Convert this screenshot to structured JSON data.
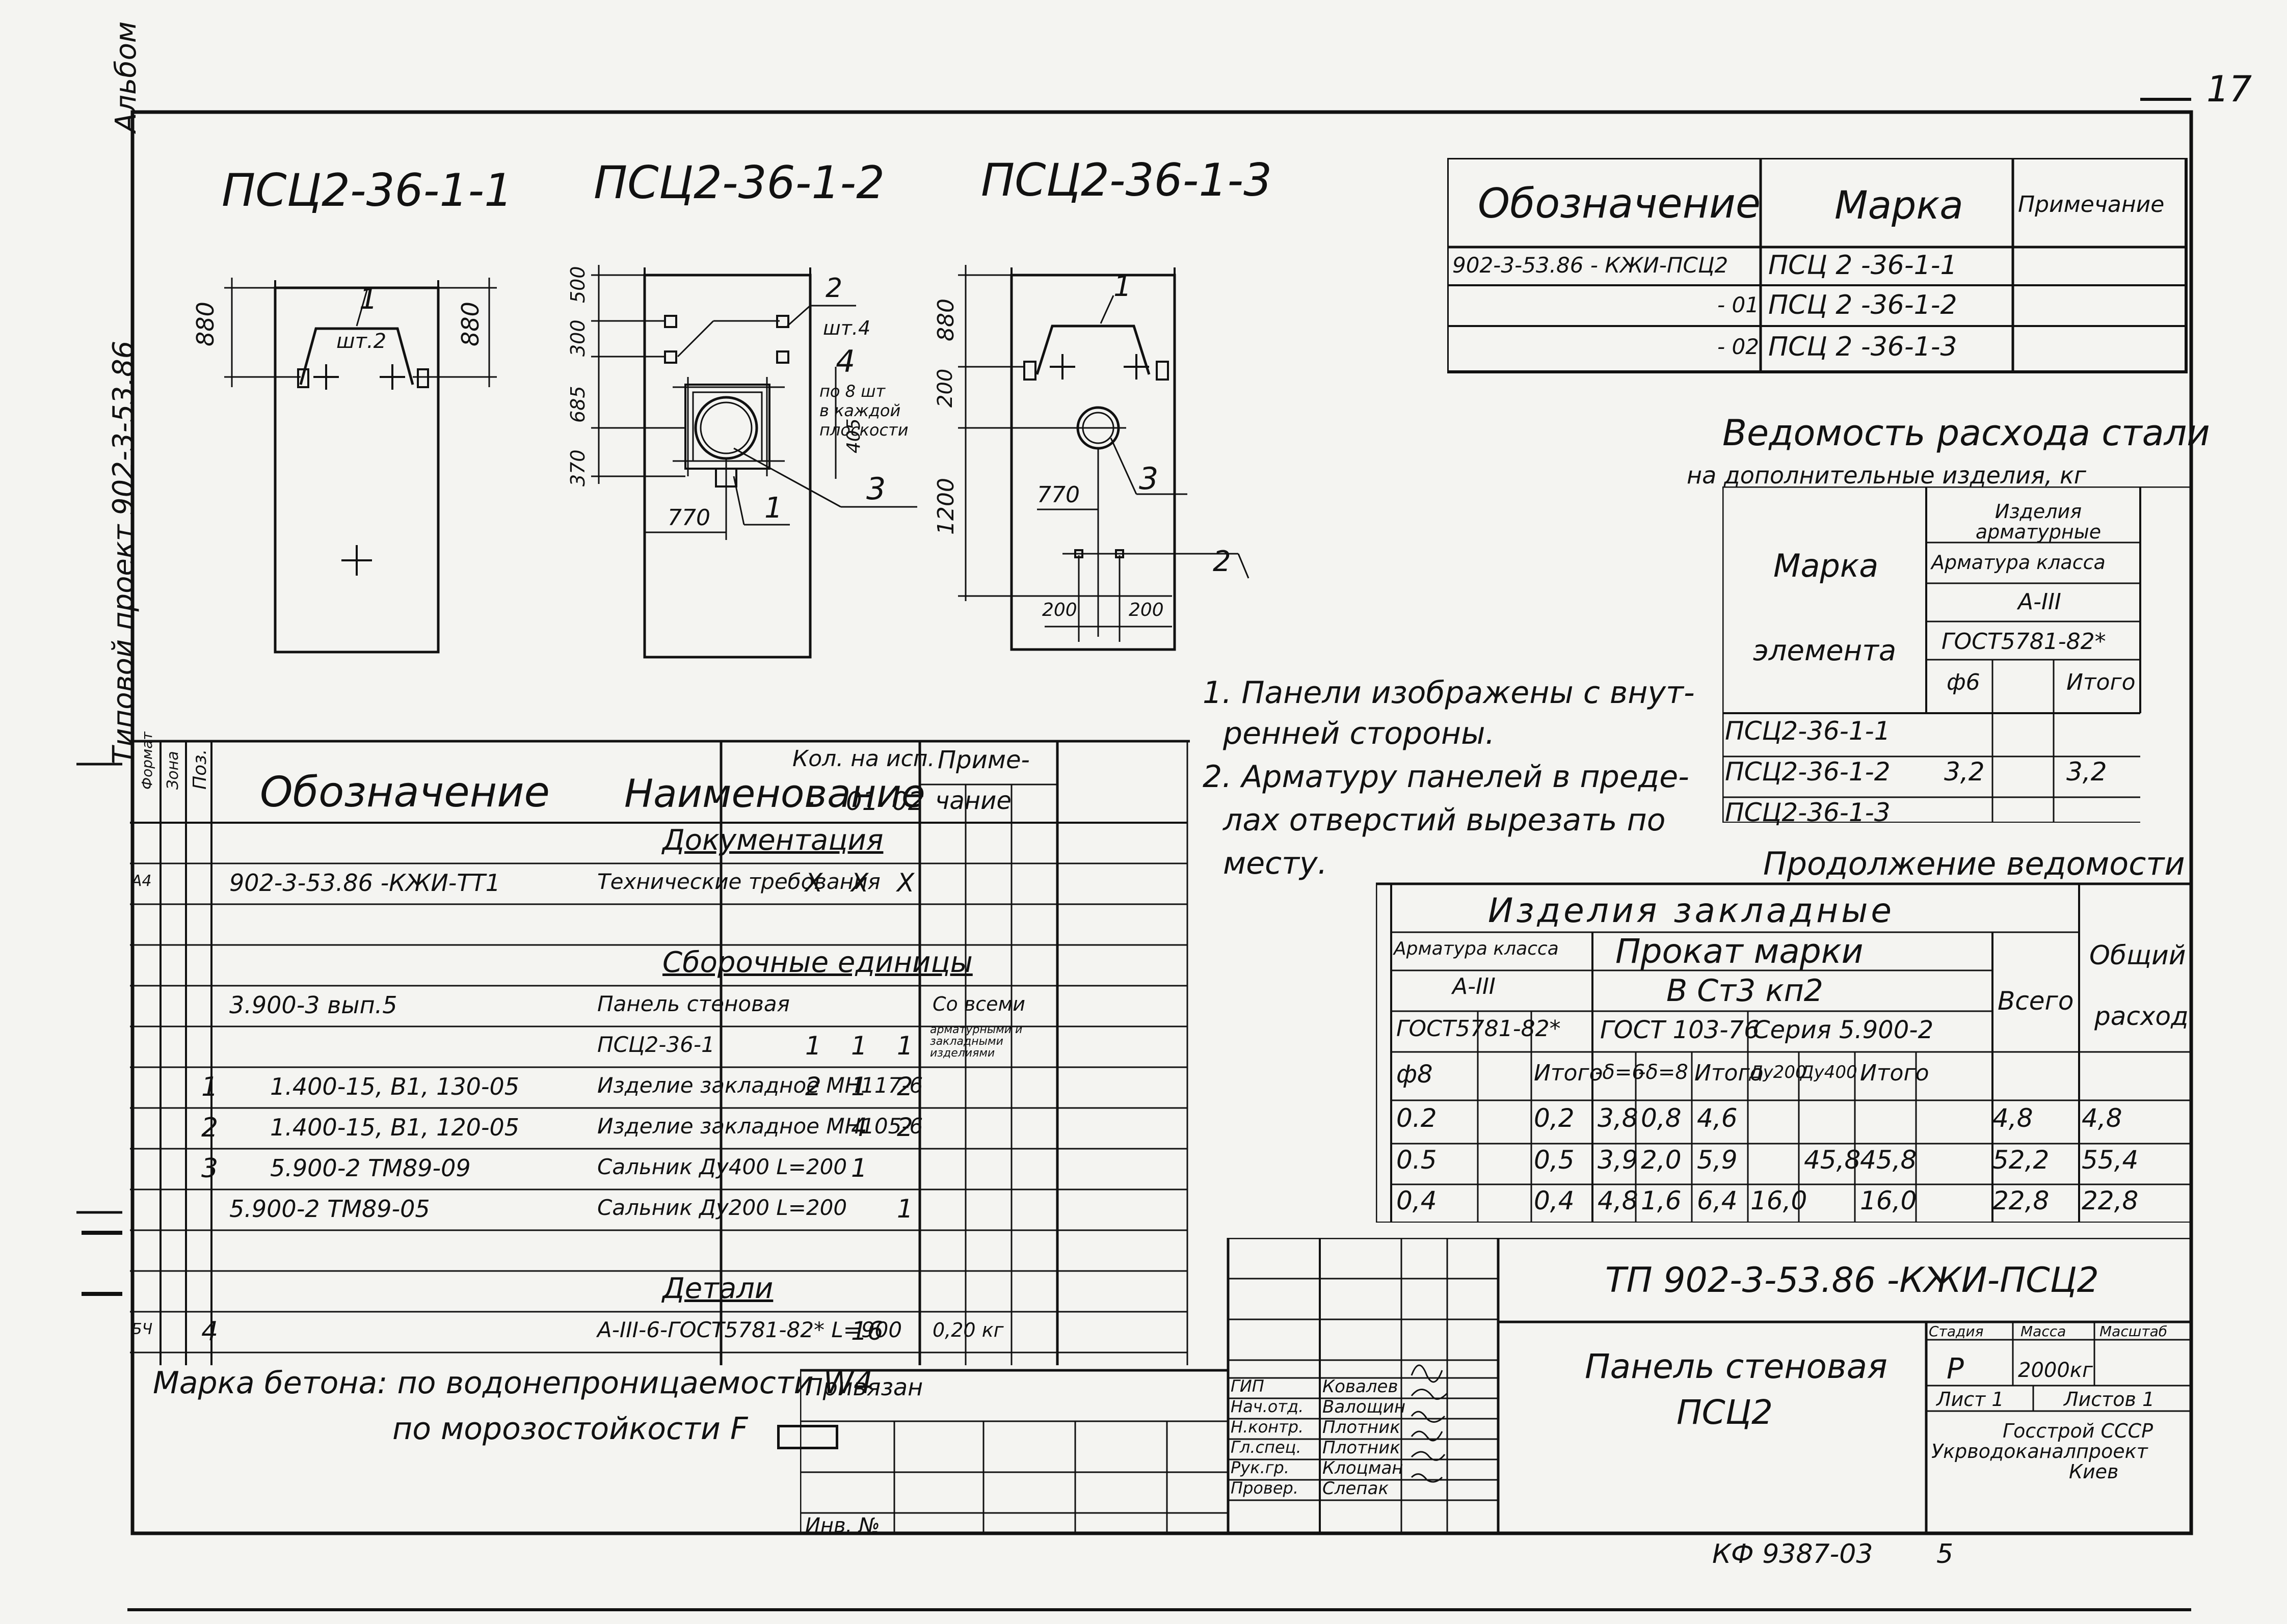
{
  "page": {
    "sheet_number": "17",
    "side_stamp": "Альбом",
    "side_project": "Типовой проект 902-3-53.86",
    "footer_code": "КФ 9387-03",
    "footer_format": "5"
  },
  "views": {
    "titles": [
      "ПСЦ2-36-1-1",
      "ПСЦ2-36-1-2",
      "ПСЦ2-36-1-3"
    ],
    "v1": {
      "dim_left": "880",
      "dim_right": "880",
      "item": "1",
      "qty": "шт.2"
    },
    "v2": {
      "dims": [
        "500",
        "300",
        "685",
        "370"
      ],
      "dim_bottom": "770",
      "item2": "2",
      "qty2": "шт.4",
      "item4": "4",
      "note4": [
        "по 8 шт",
        "в каждой",
        "плоскости"
      ],
      "dim_side": "405",
      "item1": "1",
      "item3": "3"
    },
    "v3": {
      "dims": [
        "880",
        "200",
        "1200"
      ],
      "dim_770": "770",
      "item1": "1",
      "item3": "3",
      "item2": "2",
      "dim_200a": "200",
      "dim_200b": "200"
    }
  },
  "designation_table": {
    "headers": [
      "Обозначение",
      "Марка",
      "Примечание"
    ],
    "rows": [
      [
        "902-3-53.86 - КЖИ-ПСЦ2",
        "ПСЦ 2 -36-1-1",
        ""
      ],
      [
        "- 01",
        "ПСЦ 2 -36-1-2",
        ""
      ],
      [
        "- 02",
        "ПСЦ 2 -36-1-3",
        ""
      ]
    ]
  },
  "steel": {
    "title": "Ведомость расхода стали",
    "subtitle": "на дополнительные изделия, кг",
    "h_marka": "Марка",
    "h_element": "элемента",
    "h_izd": "Изделия арматурные",
    "h_arm": "Арматура класса",
    "h_class": "А-III",
    "h_gost": "ГОСТ5781-82*",
    "h_d6": "ф6",
    "h_itogo": "Итого",
    "rows": [
      [
        "ПСЦ2-36-1-1",
        "",
        "",
        ""
      ],
      [
        "ПСЦ2-36-1-2",
        "3,2",
        "",
        "3,2"
      ],
      [
        "ПСЦ2-36-1-3",
        "",
        "",
        ""
      ]
    ]
  },
  "notes": [
    "1. Панели изображены с внут-",
    "ренней стороны.",
    "2. Арматуру панелей в преде-",
    "лах отверстий вырезать по",
    "месту."
  ],
  "continuation": {
    "title": "Продолжение ведомости",
    "h_zakl": "Изделия закладные",
    "h_arm": "Арматура класса",
    "h_a3": "А-III",
    "h_gost5781": "ГОСТ5781-82*",
    "h_prokat": "Прокат марки",
    "h_vst": "В Ст3 кп2",
    "h_gost103": "ГОСТ 103-76",
    "h_seria": "Серия 5.900-2",
    "h_vsego": "Всего",
    "h_obsh": "Общий",
    "h_rashod": "расход",
    "cols": [
      "ф8",
      "",
      "Итого",
      "-δ=6",
      "-δ=8",
      "Итого",
      "Ду200",
      "Ду400",
      "Итого"
    ],
    "rows": [
      [
        "0.2",
        "",
        "0,2",
        "3,8",
        "0,8",
        "4,6",
        "",
        "",
        "",
        "4,8",
        "4,8"
      ],
      [
        "0.5",
        "",
        "0,5",
        "3,9",
        "2,0",
        "5,9",
        "",
        "45,8",
        "45,8",
        "52,2",
        "55,4"
      ],
      [
        "0,4",
        "",
        "0,4",
        "4,8",
        "1,6",
        "6,4",
        "16,0",
        "",
        "16,0",
        "22,8",
        "22,8"
      ]
    ]
  },
  "spec": {
    "h_format": "Формат",
    "h_zona": "Зона",
    "h_poz": "Поз.",
    "h_oboz": "Обозначение",
    "h_naim": "Наименование",
    "h_kol": "Кол. на исп.",
    "h_kol_cols": [
      "-",
      "01",
      "02"
    ],
    "h_prim": "Приме-",
    "h_prim2": "чание",
    "rows": [
      {
        "fmt": "",
        "zone": "",
        "poz": "",
        "oboz": "",
        "naim": "Документация",
        "q1": "",
        "q2": "",
        "q3": "",
        "prim": "",
        "sect": true
      },
      {
        "fmt": "А4",
        "zone": "",
        "poz": "",
        "oboz": "902-3-53.86    -КЖИ-ТТ1",
        "naim": "Технические требования",
        "q1": "X",
        "q2": "X",
        "q3": "X",
        "prim": ""
      },
      {
        "fmt": "",
        "zone": "",
        "poz": "",
        "oboz": "",
        "naim": "",
        "q1": "",
        "q2": "",
        "q3": "",
        "prim": ""
      },
      {
        "fmt": "",
        "zone": "",
        "poz": "",
        "oboz": "",
        "naim": "Сборочные единицы",
        "q1": "",
        "q2": "",
        "q3": "",
        "prim": "",
        "sect": true
      },
      {
        "fmt": "",
        "zone": "",
        "poz": "",
        "oboz": "3.900-3 вып.5",
        "naim": "Панель стеновая",
        "q1": "",
        "q2": "",
        "q3": "",
        "prim": "Со всеми"
      },
      {
        "fmt": "",
        "zone": "",
        "poz": "",
        "oboz": "",
        "naim": "ПСЦ2-36-1",
        "q1": "1",
        "q2": "1",
        "q3": "1",
        "prim": "арматурными и закладными изделиями"
      },
      {
        "fmt": "",
        "zone": "",
        "poz": "1",
        "oboz": "1.400-15, В1, 130-05",
        "naim": "Изделие закладное МН117-6",
        "q1": "2",
        "q2": "1",
        "q3": "2",
        "prim": ""
      },
      {
        "fmt": "",
        "zone": "",
        "poz": "2",
        "oboz": "1.400-15, В1, 120-05",
        "naim": "Изделие закладное МН105-6",
        "q1": "",
        "q2": "4",
        "q3": "2",
        "prim": ""
      },
      {
        "fmt": "",
        "zone": "",
        "poz": "3",
        "oboz": "5.900-2  ТМ89-09",
        "naim": "Сальник Ду400  L=200",
        "q1": "",
        "q2": "1",
        "q3": "",
        "prim": ""
      },
      {
        "fmt": "",
        "zone": "",
        "poz": "",
        "oboz": "5.900-2  ТМ89-05",
        "naim": "Сальник Ду200  L=200",
        "q1": "",
        "q2": "",
        "q3": "1",
        "prim": ""
      },
      {
        "fmt": "",
        "zone": "",
        "poz": "",
        "oboz": "",
        "naim": "",
        "q1": "",
        "q2": "",
        "q3": "",
        "prim": ""
      },
      {
        "fmt": "",
        "zone": "",
        "poz": "",
        "oboz": "",
        "naim": "Детали",
        "q1": "",
        "q2": "",
        "q3": "",
        "prim": "",
        "sect": true
      },
      {
        "fmt": "БЧ",
        "zone": "",
        "poz": "4",
        "oboz": "",
        "naim": "А-III-6-ГОСТ5781-82* L=900",
        "q1": "",
        "q2": "16",
        "q3": "",
        "prim": "0,20 кг"
      }
    ]
  },
  "concrete": {
    "line1": "Марка бетона: по водонепроницаемости W4",
    "line2": "по морозостойкости  F"
  },
  "stamp": {
    "privyazan": "Привязан",
    "inv": "Инв. №",
    "doc_code": "ТП 902-3-53.86   -КЖИ-ПСЦ2",
    "name1": "Панель стеновая",
    "name2": "ПСЦ2",
    "h_stadia": "Стадия",
    "h_massa": "Масса",
    "h_masshtab": "Масштаб",
    "stadia": "Р",
    "massa": "2000кг",
    "list": "Лист 1",
    "listov": "Листов 1",
    "org1": "Госстрой СССР",
    "org2": "Укрводоканалпроект",
    "org3": "Киев",
    "roles": [
      "ГИП",
      "Нач.отд.",
      "Н.контр.",
      "Гл.спец.",
      "Рук.гр.",
      "Провер."
    ],
    "names": [
      "Ковалев",
      "Валощин",
      "Плотник",
      "Плотник",
      "Клоцман",
      "Слепак"
    ]
  }
}
